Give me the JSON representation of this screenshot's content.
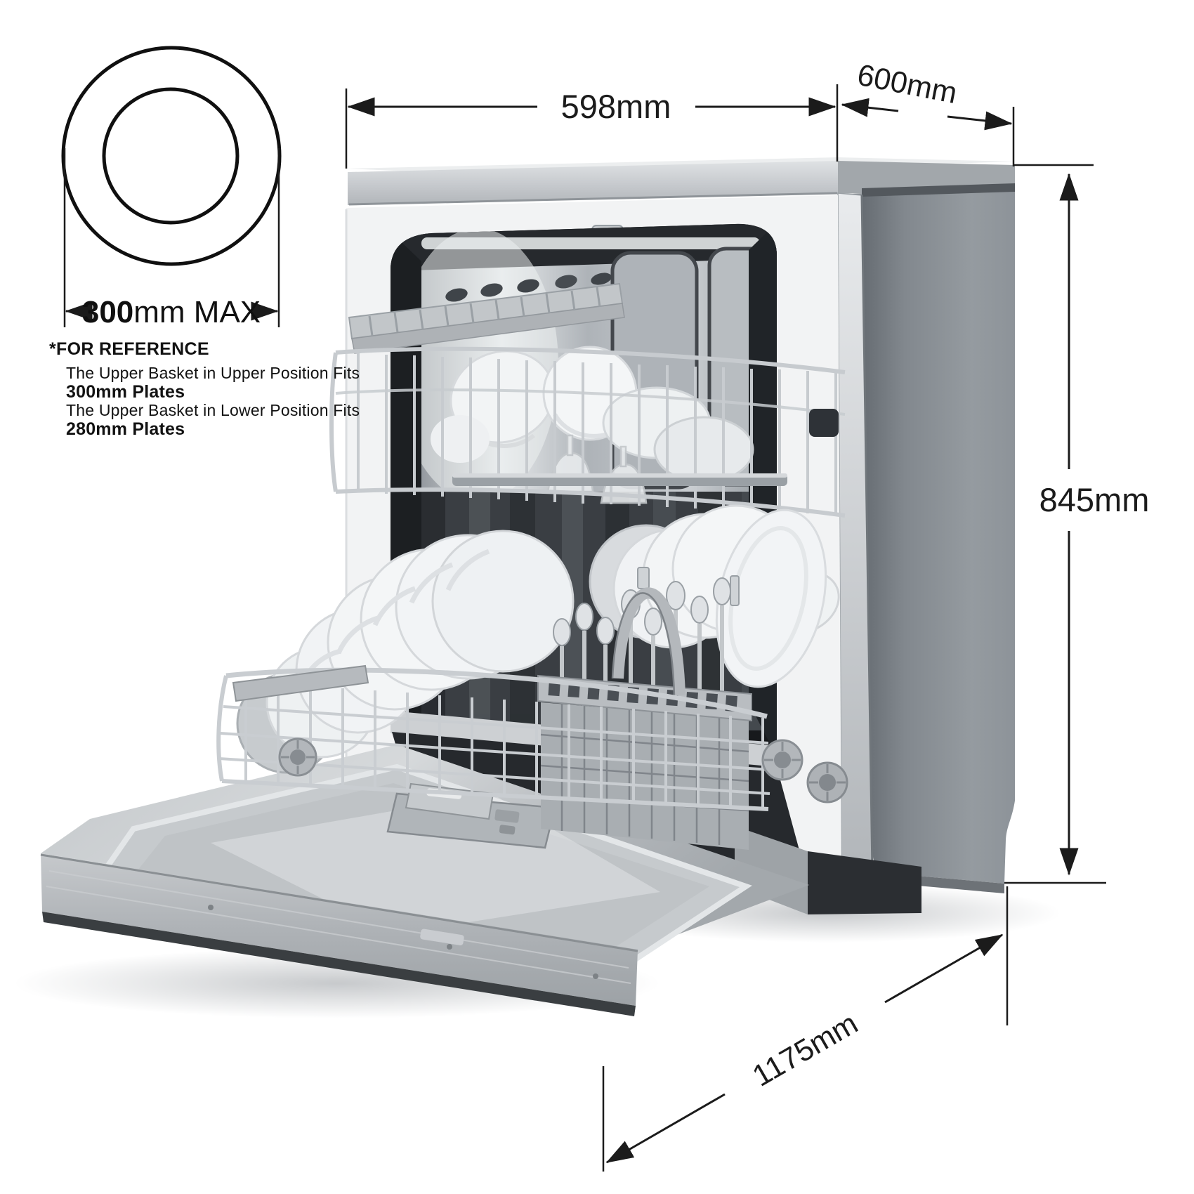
{
  "dimensions": {
    "width_label": "598mm",
    "depth_label": "600mm",
    "height_label": "845mm",
    "open_depth_label": "1175mm"
  },
  "plate_reference": {
    "max_plate_bold": "300",
    "max_plate_suffix": "mm MAX",
    "note_title": "*FOR REFERENCE",
    "note_line_1": "The Upper Basket in Upper Position Fits",
    "note_line_2": "300mm Plates",
    "note_line_3": "The Upper Basket in Lower Position Fits",
    "note_line_4": "280mm Plates"
  },
  "illustration": {
    "description": "Freestanding dishwasher shown with door open, loaded upper and lower baskets with plates, cups and cutlery basket"
  },
  "colors": {
    "annotation_line": "#1b1b1b",
    "counter": "#c8cbce",
    "side_panel": "#8b9096",
    "interior_dark": "#17191c",
    "stainless": "#c2c6ca",
    "door_face": "#b7bbbf",
    "plate_white": "#f3f5f6"
  }
}
